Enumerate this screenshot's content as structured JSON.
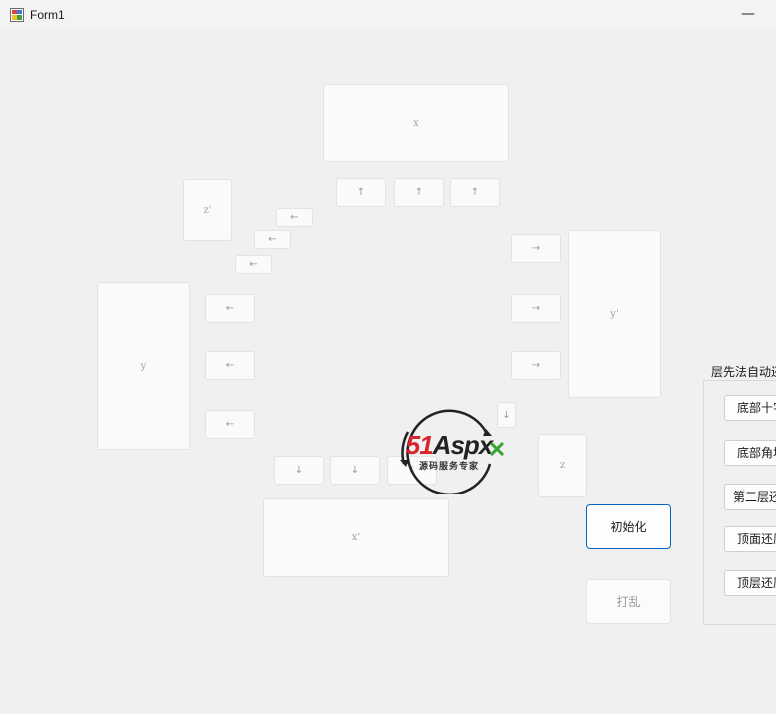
{
  "window": {
    "title": "Form1",
    "minimize_glyph": "—"
  },
  "faces": {
    "x": "x",
    "x_prime": "x'",
    "y": "y",
    "y_prime": "y'",
    "z": "z",
    "z_prime": "z'"
  },
  "arrows": {
    "up": "↑",
    "down": "↓",
    "left": "←",
    "right": "→"
  },
  "group": {
    "title": "层先法自动还原",
    "buttons": [
      "底部十字",
      "底部角块",
      "第二层还原",
      "顶面还原",
      "顶层还原"
    ]
  },
  "actions": {
    "init": "初始化",
    "shuffle": "打乱"
  },
  "watermark": {
    "brand_red": "51",
    "brand_dark": "Aspx",
    "tagline": "源码服务专家"
  },
  "colors": {
    "accent": "#0067c0",
    "brand_red": "#d9232d",
    "brand_green": "#3aa335"
  }
}
